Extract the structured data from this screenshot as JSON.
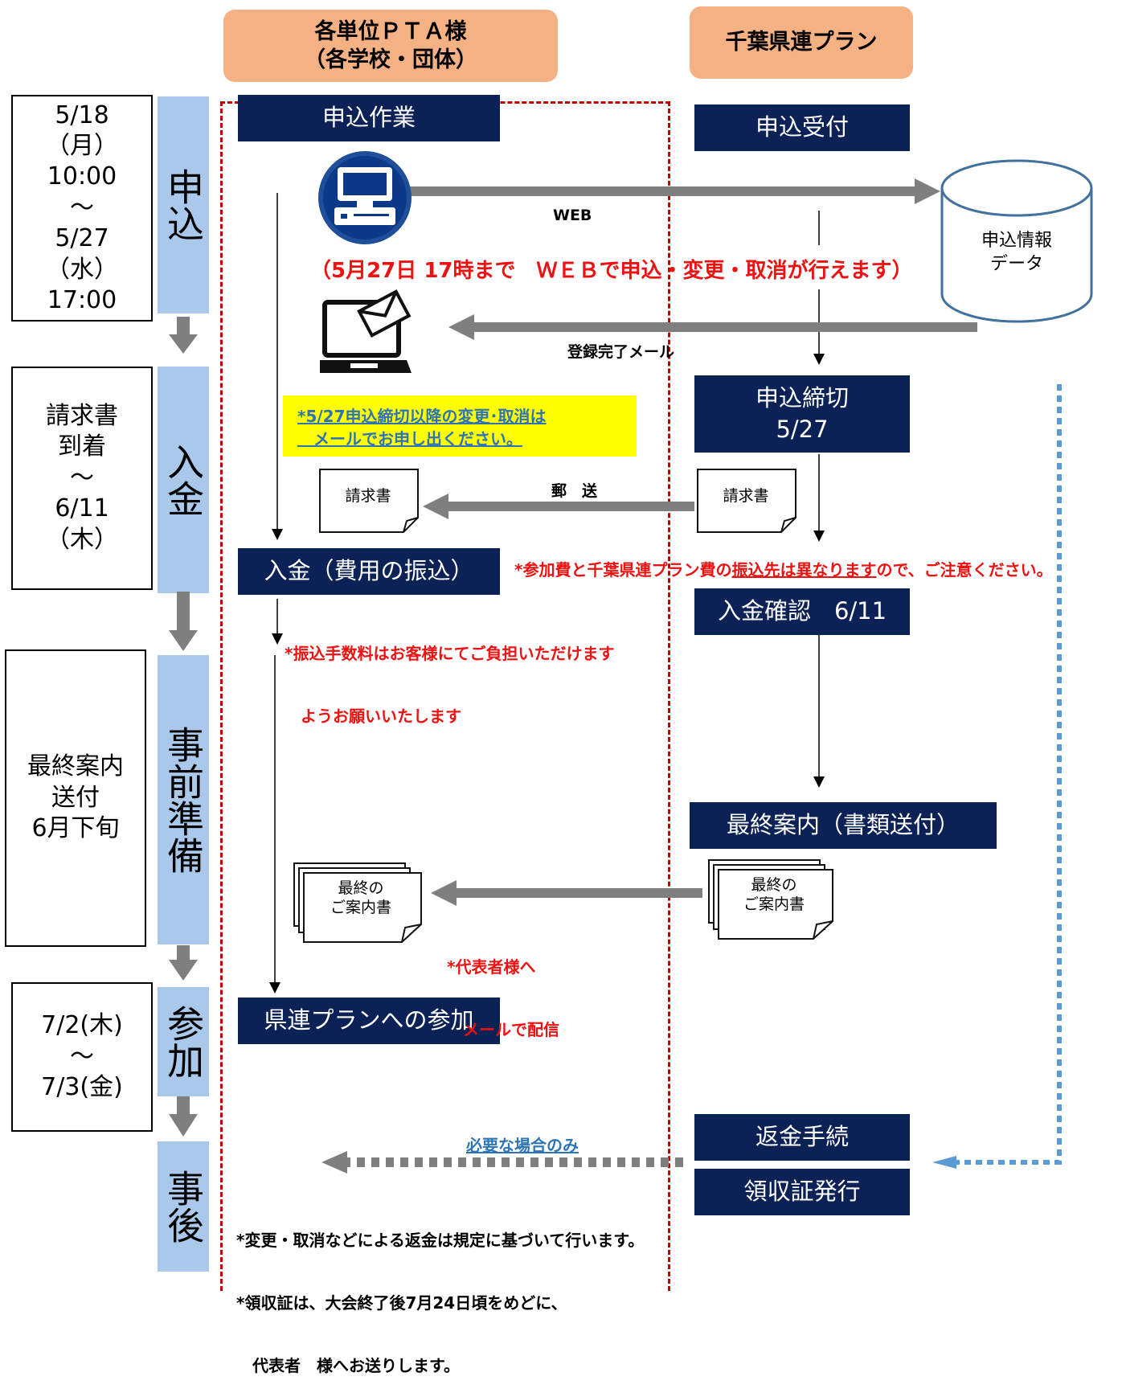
{
  "headers": {
    "pta": [
      "各単位ＰＴＡ様",
      "（各学校・団体）"
    ],
    "plan": "千葉県連プラン"
  },
  "dates": {
    "apply": [
      "5/18",
      "（月）",
      "10:00",
      "～",
      "5/27",
      "（水）",
      "17:00"
    ],
    "payment": [
      "請求書",
      "到着",
      "～",
      "6/11",
      "（木）"
    ],
    "prep": [
      "最終案内",
      "送付",
      "6月下旬"
    ],
    "join": [
      "7/2(木)",
      "～",
      "7/3(金)"
    ]
  },
  "phases": {
    "apply": "申込",
    "payment": "入金",
    "prep": "事前準備",
    "join": "参加",
    "after": "事後"
  },
  "pta_steps": {
    "apply": "申込作業",
    "payment": "入金（費用の振込）",
    "join": "県連プランへの参加"
  },
  "plan_steps": {
    "reception": "申込受付",
    "deadline": [
      "申込締切",
      "5/27"
    ],
    "confirm": "入金確認　6/11",
    "final_guide": "最終案内（書類送付）",
    "refund": "返金手続",
    "receipt": "領収証発行"
  },
  "database": [
    "申込情報",
    "データ"
  ],
  "labels": {
    "web": "WEB",
    "web_notice": "（5月27日 17時まで　ＷＥＢで申込・変更・取消が行えます）",
    "registration_mail": "登録完了メール",
    "yellow_note": [
      "*5/27申込締切以降の変更･取消は",
      "　メールでお申し出ください。"
    ],
    "mail_post": "郵　送",
    "invoice_left": "請求書",
    "invoice_right": "請求書",
    "transfer_notice_parts": [
      "*参加費と千葉県連プラン費の",
      "振込先は異なります",
      "ので、ご注意ください。"
    ],
    "fee_notice": [
      "*振込手数料はお客様にてご負担いただけます",
      "　ようお願いいたします"
    ],
    "final_doc_left": [
      "最終の",
      "ご案内書"
    ],
    "final_doc_right": [
      "最終の",
      "ご案内書"
    ],
    "rep_mail": [
      "*代表者様へ",
      "　メールで配信"
    ],
    "only_if_needed": "必要な場合のみ",
    "refund_note": [
      "*変更・取消などによる返金は規定に基づいて行います。",
      "*領収証は、大会終了後7月24日頃をめどに、",
      "　代表者　様へお送りします。"
    ]
  },
  "icons": [
    "computer-icon",
    "laptop-mail-icon",
    "database-icon",
    "document-icon"
  ],
  "colors": {
    "header": "#f4b183",
    "phase": "#a9c8ea",
    "navy": "#0c2256",
    "red": "#ee1111",
    "dashed_border": "#c00000",
    "yellow": "#ffff00",
    "dotted_blue": "#5b9bd5",
    "arrow_gray": "#7f7f7f"
  }
}
